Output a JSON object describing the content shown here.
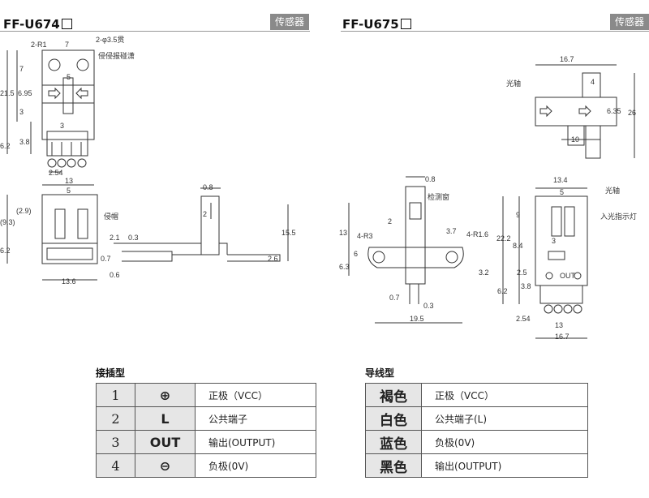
{
  "left_model": "FF-U674",
  "right_model": "FF-U675",
  "category_label": "传感器",
  "diagram_labels": {
    "left_top": [
      "2-R1",
      "7",
      "2-φ3.5贯",
      "侵侵报碰潇",
      "5",
      "7",
      "21.5",
      "6.95",
      "3",
      "3",
      "6.2",
      "3.8",
      "2.54",
      "13"
    ],
    "left_side": [
      "(2.9)",
      "(9.3)",
      "6.2",
      "5",
      "侵帽",
      "13.6"
    ],
    "left_profile": [
      "0.8",
      "2",
      "15.5",
      "2.1",
      "0.3",
      "0.7",
      "0.6",
      "2.6"
    ],
    "right_top": [
      "16.7",
      "4",
      "光轴",
      "6.35",
      "26",
      "10"
    ],
    "right_front": [
      "0.8",
      "检测窗",
      "2",
      "4-R3",
      "3.7",
      "4-R1.6",
      "13",
      "6",
      "6.3",
      "3.2",
      "0.7",
      "0.3",
      "19.5"
    ],
    "right_side": [
      "13.4",
      "5",
      "光轴",
      "入光指示灯",
      "9",
      "22.2",
      "8.4",
      "3",
      "2.5",
      "OUT",
      "6.2",
      "3.8",
      "2.54",
      "13",
      "16.7"
    ]
  },
  "left_table": {
    "title": "接插型",
    "rows": [
      {
        "num": "1",
        "symbol": "⊕",
        "desc": "正极（VCC）"
      },
      {
        "num": "2",
        "symbol": "L",
        "desc": "公共端子"
      },
      {
        "num": "3",
        "symbol": "OUT",
        "desc": "输出(OUTPUT)"
      },
      {
        "num": "4",
        "symbol": "⊖",
        "desc": "负极(0V)"
      }
    ]
  },
  "right_table": {
    "title": "导线型",
    "rows": [
      {
        "color": "褐色",
        "desc": "正极（VCC）"
      },
      {
        "color": "白色",
        "desc": "公共端子(L)"
      },
      {
        "color": "蓝色",
        "desc": "负极(0V)"
      },
      {
        "color": "黑色",
        "desc": "输出(OUTPUT)"
      }
    ]
  }
}
